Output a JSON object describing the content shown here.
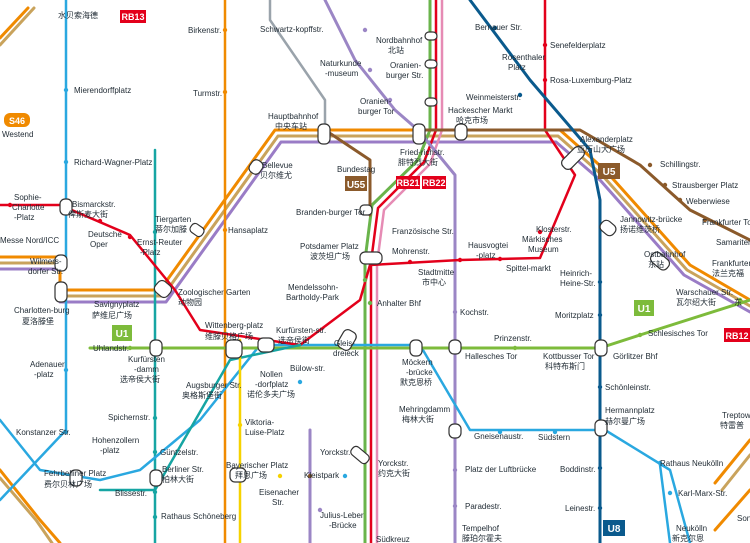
{
  "colors": {
    "u1": "#7dbb3b",
    "u2": "#e3001b",
    "u3": "#16a5a3",
    "u5": "#8b5a2b",
    "u6": "#9b86c5",
    "u7": "#2aa8e0",
    "u8": "#0a5a8d",
    "u55": "#8b5a2b",
    "ring": "#f08a00",
    "ring_inner": "#c9a35c",
    "s_purple": "#9a7cc6",
    "s_green": "#6ab44b",
    "s_red": "#e3001b",
    "s_pink": "#e68bb4",
    "s_grey": "#9aa3ab",
    "s_blue": "#1e5aa8",
    "s_teal": "#16a5a3",
    "yellow": "#f6d200"
  },
  "badges": {
    "rb13": "RB13",
    "rb21": "RB21",
    "rb22": "RB22",
    "rb12": "RB12",
    "s46": "S46",
    "u55": "U55",
    "u5": "U5",
    "u1_left": "U1",
    "u1_right": "U1",
    "u8": "U8"
  },
  "labels": {
    "top_cut": "水贝索海德",
    "birkenstr": "Birkenstr.",
    "schwartzkopff": "Schwartz-kopffstr.",
    "nordbahnhof": "Nordbahnhof",
    "nordbahnhof_cn": "北站",
    "bernauer": "Bernauer Str.",
    "senefelder": "Senefelderplatz",
    "rosenthaler": "Rosenthaler",
    "rosenthaler2": "Platz",
    "rosa": "Rosa-Luxemburg-Platz",
    "naturkunde": "Naturkunde",
    "naturkunde2": "-museum",
    "oranienburger_str": "Oranien-",
    "oranienburger_str2": "burger Str.",
    "mierendorff": "Mierendorffplatz",
    "turmstr": "Turmstr.",
    "weinmeister": "Weinmeisterstr.",
    "oranienburger_tor": "Oranien-",
    "oranienburger_tor2": "burger Tor",
    "hackescher": "Hackescher Markt",
    "hackescher_cn": "哈克市场",
    "s46_stop": "Westend",
    "hauptbahnhof": "Hauptbahnhof",
    "hauptbahnhof_cn": "中央车站",
    "alexanderplatz": "Alexanderplatz",
    "alexanderplatz_cn": "亚历山大广场",
    "bundestag": "Bundestag",
    "friedrichstr": "Fried-richstr.",
    "friedrichstr_cn": "腓特烈大街",
    "schillingstr": "Schillingstr.",
    "richard_wagner": "Richard-Wagner-Platz",
    "bellevue": "Bellevue",
    "bellevue_cn": "贝尔维尤",
    "strausberger": "Strausberger Platz",
    "weberwiese": "Weberwiese",
    "sophie": "Sophie-",
    "sophie2": "Charlotte",
    "sophie3": "-Platz",
    "bismarck": "Bismarckstr.",
    "bismarck_cn": "俾斯麦大街",
    "branden": "Branden-burger Tor",
    "frankfurter_tor": "Frankfurter Tor",
    "tiergarten": "Tiergarten",
    "tiergarten_cn": "蒂尔加滕",
    "jannowitz": "Jannowitz-brücke",
    "jannowitz_cn": "扬诺维茨桥",
    "klosterstr": "Klosterstr.",
    "franzoesische": "Französische Str.",
    "messe": "Messe Nord/ICC",
    "deutsche_oper": "Deutsche",
    "deutsche_oper2": "Oper",
    "ernst_reuter": "Ernst-Reuter",
    "ernst_reuter2": "-Platz",
    "hansaplatz": "Hansaplatz",
    "samariter": "Samariter",
    "potsdamer": "Potsdamer Platz",
    "potsdamer_cn": "波茨坦广场",
    "hausvogtei": "Hausvogtei",
    "hausvogtei2": "-platz",
    "maerkisches": "Märkisches",
    "maerkisches2": "Museum",
    "mohrenstr": "Mohrenstr.",
    "ostbahnhof": "Ostbahnhof",
    "ostbahnhof_cn": "东站",
    "frankfurter_allee": "Frankfurter",
    "frankfurter_allee_cn": "法兰克福",
    "wilmersdorfer": "Wilmers-",
    "wilmersdorfer2": "dorfer Str.",
    "stadtmitte": "Stadtmitte",
    "stadtmitte_cn": "市中心",
    "spittelmarkt": "Spittel-markt",
    "heinrich": "Heinrich-",
    "heinrich2": "Heine-Str.",
    "zoo": "Zoologischer Garten",
    "zoo_cn": "动物园",
    "mendelssohn": "Mendelssohn-",
    "mendelssohn2": "Bartholdy-Park",
    "warschauer": "Warschauer Str.",
    "warschauer_cn": "瓦尔绍大街",
    "savigny": "Savignyplatz",
    "savigny_cn": "萨维尼广场",
    "charlottenburg": "Charlotten-burg",
    "charlottenburg_cn": "夏洛滕堡",
    "anhalter": "Anhalter Bhf",
    "kochstr": "Kochstr.",
    "moritzplatz": "Moritzplatz",
    "schlesisches": "Schlesisches Tor",
    "osten_cn": "东",
    "wittenberg": "Wittenberg-platz",
    "wittenberg_cn": "维滕贝格广场",
    "kurfuersten_str": "Kurfürsten-str.",
    "kurfuersten_str_cn": "选帝侯街",
    "prinzenstr": "Prinzenstr.",
    "uhlandstr": "Uhlandstr.",
    "gleisdreieck": "Gleis-",
    "gleisdreieck2": "dreieck",
    "hallesches": "Hallesches Tor",
    "kottbusser": "Kottbusser Tor",
    "kottbusser_cn": "科特布斯门",
    "goerlitzer": "Görlitzer Bhf",
    "kurfuerstendamm": "Kurfürsten",
    "kurfuerstendamm2": "-damm",
    "kurfuerstendamm_cn": "选帝侯大街",
    "nollendorf": "Nollen",
    "nollendorf2": "-dorfplatz",
    "nollendorf_cn": "诺伦多夫广场",
    "buelowstr": "Bülow-str.",
    "moeckern": "Möckern",
    "moeckern2": "-brücke",
    "moeckern_cn": "默克恩桥",
    "adenauer": "Adenauer",
    "adenauer2": "-platz",
    "augsburger": "Augsburger Str.",
    "augsburger_cn": "奥格斯堡街",
    "schoenleinstr": "Schönleinstr.",
    "treptower": "Treptow",
    "treptower_cn": "特雷普",
    "mehringdamm": "Mehringdamm",
    "mehringdamm_cn": "梅林大街",
    "hermannplatz": "Hermannplatz",
    "hermannplatz_cn": "赫尔曼广场",
    "spichernstr": "Spichernstr.",
    "viktoria": "Viktoria-",
    "viktoria2": "Luise-Platz",
    "konstanzer": "Konstanzer Str.",
    "hohenzollern": "Hohenzollern",
    "hohenzollern2": "-platz",
    "gneisenau": "Gneisenaustr.",
    "suedstern": "Südstern",
    "guentzelstr": "Güntzelstr.",
    "rathaus_neukoelln": "Rathaus Neukölln",
    "fehrbelliner": "Fehrbelliner Platz",
    "fehrbelliner_cn": "费尔贝林广场",
    "berliner_str": "Berliner Str.",
    "berliner_str_cn": "柏林大街",
    "bayerischer": "Bayerischer Platz",
    "bayerischer_cn": "拜恩广场",
    "kleistpark": "Kleistpark",
    "yorckstr_s": "Yorckstr.",
    "yorckstr": "Yorckstr.",
    "yorckstr_cn": "约克大街",
    "platz_luftbruecke": "Platz der Luftbrücke",
    "boddinstr": "Boddinstr.",
    "karl_marx": "Karl-Marx-Str.",
    "blissestr": "Blissestr.",
    "eisenacher": "Eisenacher",
    "eisenacher2": "Str.",
    "paradestr": "Paradestr.",
    "leinestr": "Leinestr.",
    "rathaus_schoeneberg": "Rathaus Schöneberg",
    "julius": "Julius-Leber",
    "julius2": "-Brücke",
    "tempelhof": "Tempelhof",
    "tempelhof_cn": "滕珀尔霍夫",
    "neukoelln": "Neukölln",
    "neukoelln_cn": "新克尔恩",
    "suedkreuz": "Südkreuz",
    "son": "Son"
  }
}
